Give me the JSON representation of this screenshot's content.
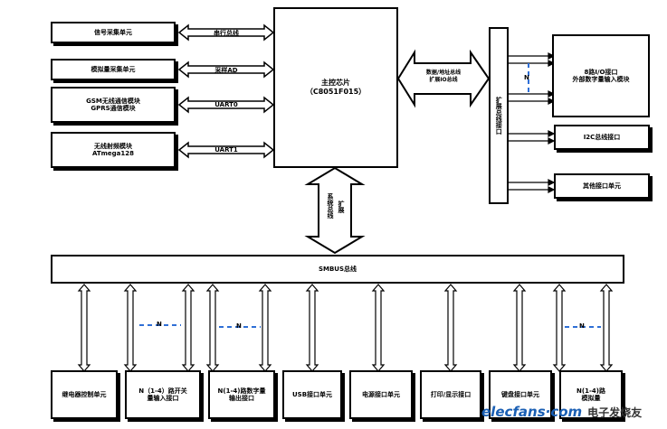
{
  "left_units": [
    {
      "id": "l1",
      "label": "信号采集单元",
      "bus": "串行总线"
    },
    {
      "id": "l2",
      "label": "模拟量采集单元",
      "bus": "采样AD"
    },
    {
      "id": "l3",
      "label": "GSM无线通信模块",
      "sub": "GPRS通信模块",
      "bus": "UART0"
    },
    {
      "id": "l4",
      "label": "无线射频模块",
      "sub": "ATmega128",
      "bus": "UART1"
    }
  ],
  "cpu": {
    "line1": "主控芯片",
    "line2": "（C8051F015）"
  },
  "cpu_bus_label": {
    "line1": "数据/地址总线",
    "line2": "扩展IO总线"
  },
  "right_bus_label": "扩展总线接口",
  "right_units": [
    {
      "id": "r1",
      "line1": "8路I/O接口",
      "line2": "外部数字量输入模块"
    },
    {
      "id": "r2",
      "line1": "I2C总线接口"
    },
    {
      "id": "r3",
      "line1": "其他接口单元"
    }
  ],
  "right_n": "N",
  "down_bus_label": {
    "line1": "系统总线",
    "line2": "扩展"
  },
  "main_bus_label": "SMBUS总线",
  "bottom_units": [
    {
      "id": "b1",
      "line1": "继电器控制单元"
    },
    {
      "id": "b2",
      "line1": "N（1-4）路开关",
      "line2": "量输入接口"
    },
    {
      "id": "b3",
      "line1": "N(1-4)路数字量",
      "line2": "输出接口"
    },
    {
      "id": "b4",
      "line1": "USB接口单元"
    },
    {
      "id": "b5",
      "line1": "电源接口单元"
    },
    {
      "id": "b6",
      "line1": "打印/显示接口"
    },
    {
      "id": "b7",
      "line1": "键盘接口单元"
    },
    {
      "id": "b8",
      "line1": "N(1-4)路",
      "line2": "模拟量"
    }
  ],
  "n_labels": [
    "N",
    "N",
    "N"
  ],
  "watermark": {
    "text": "elecfans·com",
    "cn": "电子发烧友"
  }
}
